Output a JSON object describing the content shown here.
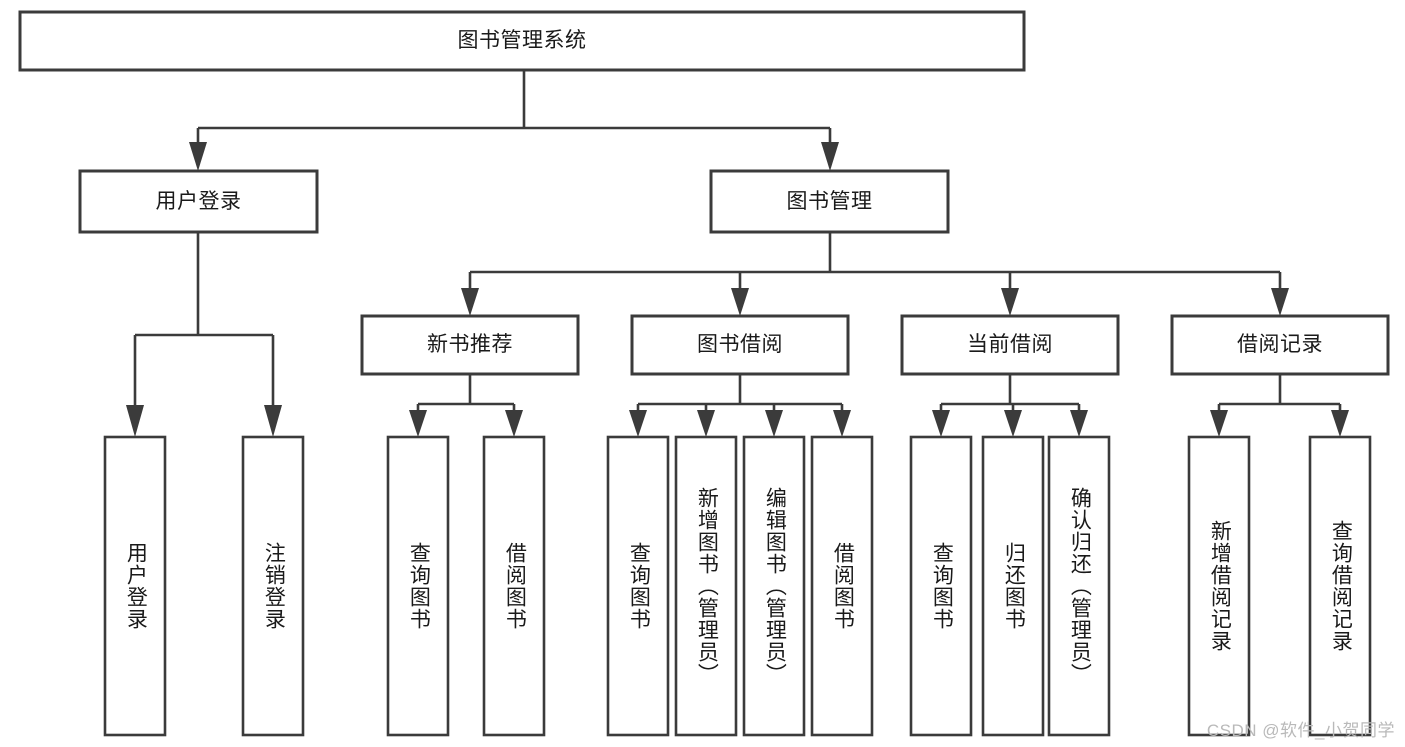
{
  "diagram": {
    "type": "tree-hierarchy",
    "title": "图书管理系统",
    "orientation": "top-down",
    "colors": {
      "box_stroke": "#3b3b3b",
      "box_fill": "#ffffff",
      "connector": "#3b3b3b",
      "text": "#1a1a1a",
      "watermark": "#b9b9b9",
      "background": "#ffffff"
    },
    "levels": {
      "root": {
        "label": "图书管理系统"
      },
      "level2": [
        {
          "label": "用户登录"
        },
        {
          "label": "图书管理"
        }
      ],
      "level3": [
        {
          "label": "新书推荐"
        },
        {
          "label": "图书借阅"
        },
        {
          "label": "当前借阅"
        },
        {
          "label": "借阅记录"
        }
      ],
      "leaves": {
        "user_login": [
          {
            "label": "用户登录"
          },
          {
            "label": "注销登录"
          }
        ],
        "new_book_recommend": [
          {
            "label": "查询图书"
          },
          {
            "label": "借阅图书"
          }
        ],
        "book_borrow": [
          {
            "label": "查询图书"
          },
          {
            "label": "新增图书（管理员）"
          },
          {
            "label": "编辑图书（管理员）"
          },
          {
            "label": "借阅图书"
          }
        ],
        "current_borrow": [
          {
            "label": "查询图书"
          },
          {
            "label": "归还图书"
          },
          {
            "label": "确认归还（管理员）"
          }
        ],
        "borrow_record": [
          {
            "label": "新增借阅记录"
          },
          {
            "label": "查询借阅记录"
          }
        ]
      }
    },
    "watermark": "CSDN @软件_小贺同学"
  }
}
